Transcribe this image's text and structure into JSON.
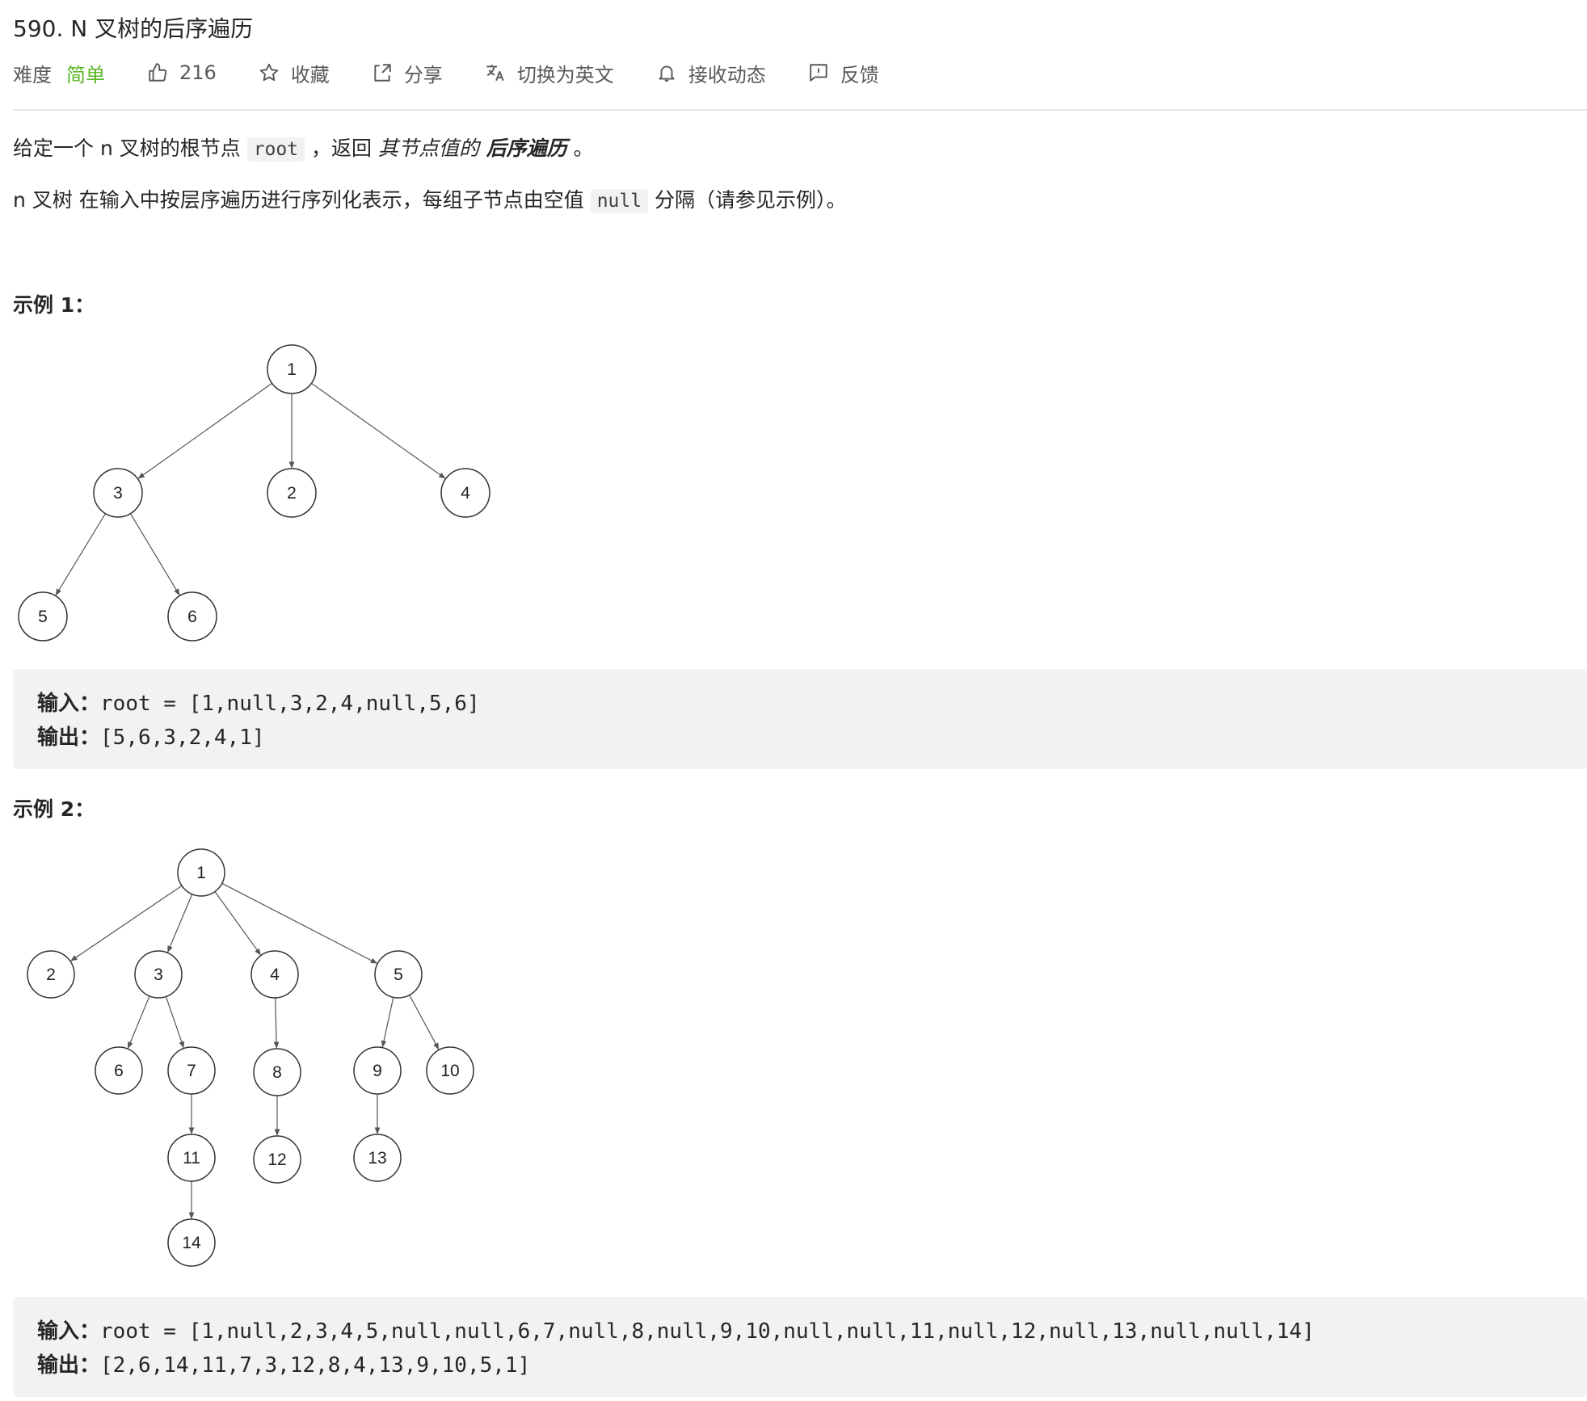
{
  "problem": {
    "title": "590. N 叉树的后序遍历",
    "difficulty_label": "难度",
    "difficulty": "简单",
    "likes": "216",
    "favorite": "收藏",
    "share": "分享",
    "switch_lang": "切换为英文",
    "subscribe": "接收动态",
    "feedback": "反馈"
  },
  "description": {
    "p1_a": "给定一个 n 叉树的根节点 ",
    "p1_code": "root",
    "p1_b": " ，返回 ",
    "p1_em": "其节点值的",
    "p1_strong": " 后序遍历",
    "p1_c": " 。",
    "p2_a": "n 叉树 在输入中按层序遍历进行序列化表示，每组子节点由空值 ",
    "p2_code": "null",
    "p2_b": " 分隔（请参见示例）。"
  },
  "examples": [
    {
      "label": "示例 1：",
      "input_label": "输入：",
      "input": "root = [1,null,3,2,4,null,5,6]",
      "output_label": "输出：",
      "output": "[5,6,3,2,4,1]",
      "tree": {
        "nodes": [
          {
            "id": "1",
            "label": "1"
          },
          {
            "id": "3",
            "label": "3"
          },
          {
            "id": "2",
            "label": "2"
          },
          {
            "id": "4",
            "label": "4"
          },
          {
            "id": "5",
            "label": "5"
          },
          {
            "id": "6",
            "label": "6"
          }
        ],
        "edges": [
          [
            "1",
            "3"
          ],
          [
            "1",
            "2"
          ],
          [
            "1",
            "4"
          ],
          [
            "3",
            "5"
          ],
          [
            "3",
            "6"
          ]
        ]
      }
    },
    {
      "label": "示例 2：",
      "input_label": "输入：",
      "input": "root = [1,null,2,3,4,5,null,null,6,7,null,8,null,9,10,null,null,11,null,12,null,13,null,null,14]",
      "output_label": "输出：",
      "output": "[2,6,14,11,7,3,12,8,4,13,9,10,5,1]",
      "tree": {
        "nodes": [
          {
            "id": "1",
            "label": "1"
          },
          {
            "id": "2",
            "label": "2"
          },
          {
            "id": "3",
            "label": "3"
          },
          {
            "id": "4",
            "label": "4"
          },
          {
            "id": "5",
            "label": "5"
          },
          {
            "id": "6",
            "label": "6"
          },
          {
            "id": "7",
            "label": "7"
          },
          {
            "id": "8",
            "label": "8"
          },
          {
            "id": "9",
            "label": "9"
          },
          {
            "id": "10",
            "label": "10"
          },
          {
            "id": "11",
            "label": "11"
          },
          {
            "id": "12",
            "label": "12"
          },
          {
            "id": "13",
            "label": "13"
          },
          {
            "id": "14",
            "label": "14"
          }
        ],
        "edges": [
          [
            "1",
            "2"
          ],
          [
            "1",
            "3"
          ],
          [
            "1",
            "4"
          ],
          [
            "1",
            "5"
          ],
          [
            "3",
            "6"
          ],
          [
            "3",
            "7"
          ],
          [
            "4",
            "8"
          ],
          [
            "5",
            "9"
          ],
          [
            "5",
            "10"
          ],
          [
            "7",
            "11"
          ],
          [
            "8",
            "12"
          ],
          [
            "9",
            "13"
          ],
          [
            "11",
            "14"
          ]
        ]
      }
    }
  ],
  "colors": {
    "accent_easy": "#5ab726",
    "code_bg": "#f2f2f3",
    "divider": "#e8e8e8"
  }
}
